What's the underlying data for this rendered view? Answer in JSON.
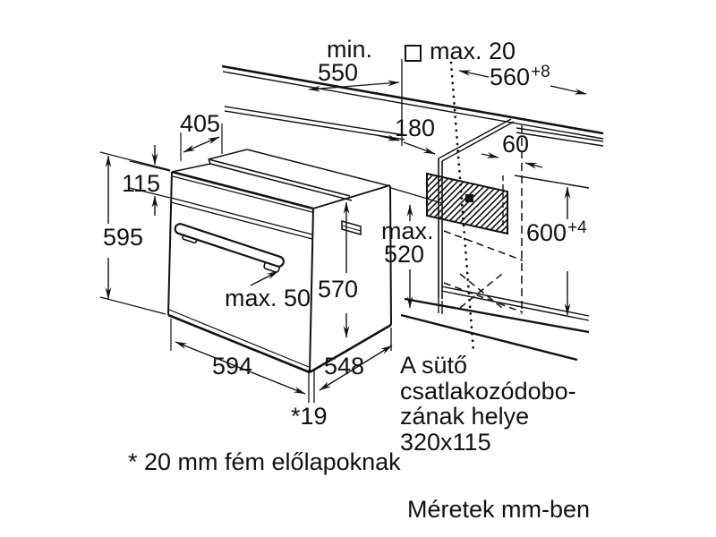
{
  "drawing": {
    "labels": {
      "min_depth_prefix": "min.",
      "min_depth_value": "550",
      "panel_thickness": "max. 20",
      "niche_width_value": "560",
      "niche_width_tol": "+8",
      "top_depth": "405",
      "panel_height": "115",
      "oven_height": "595",
      "conn_left_offset": "180",
      "conn_right_offset": "60",
      "recess_prefix": "max.",
      "recess_value": "520",
      "niche_height_value": "600",
      "niche_height_tol": "+4",
      "body_height": "570",
      "handle_depth": "max. 50",
      "oven_width": "594",
      "oven_depth": "548",
      "front_frame": "*19"
    },
    "notes": {
      "connection_line1": "A sütő",
      "connection_line2": "csatlakozódobo-",
      "connection_line3": "zának helye",
      "connection_line4": "320x115",
      "footnote": "* 20 mm fém előlapoknak",
      "units": "Méretek mm-ben"
    },
    "colors": {
      "line": "#111111",
      "background": "#ffffff"
    }
  }
}
